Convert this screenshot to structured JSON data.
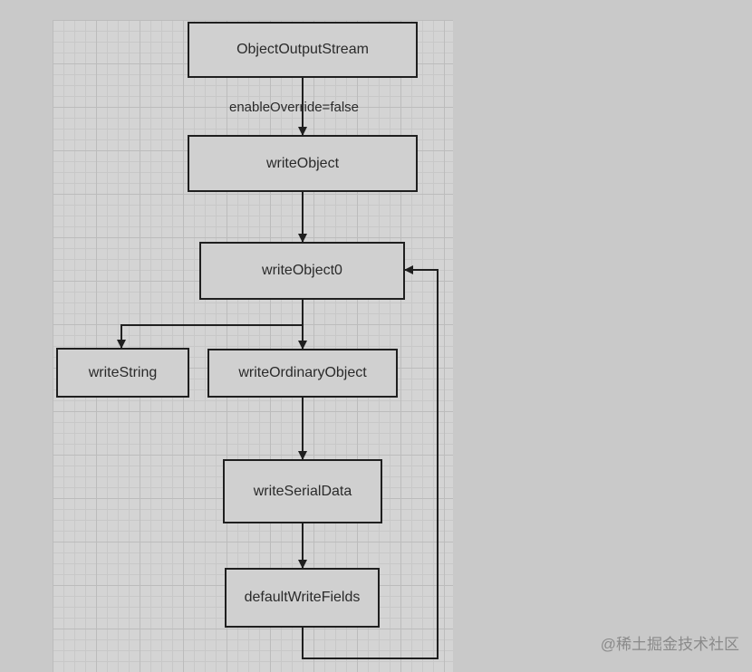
{
  "diagram": {
    "nodes": {
      "object_output_stream": "ObjectOutputStream",
      "write_object": "writeObject",
      "write_object0": "writeObject0",
      "write_string": "writeString",
      "write_ordinary_object": "writeOrdinaryObject",
      "write_serial_data": "writeSerialData",
      "default_write_fields": "defaultWriteFields"
    },
    "edges": {
      "stream_to_write_object": "enableOverride=false"
    }
  },
  "watermark": {
    "text": "@稀土掘金技术社区"
  },
  "colors": {
    "page_background": "#c9c9c9",
    "grid_background": "#d4d4d4",
    "node_border": "#1f1f1f",
    "arrow": "#1f1f1f"
  }
}
